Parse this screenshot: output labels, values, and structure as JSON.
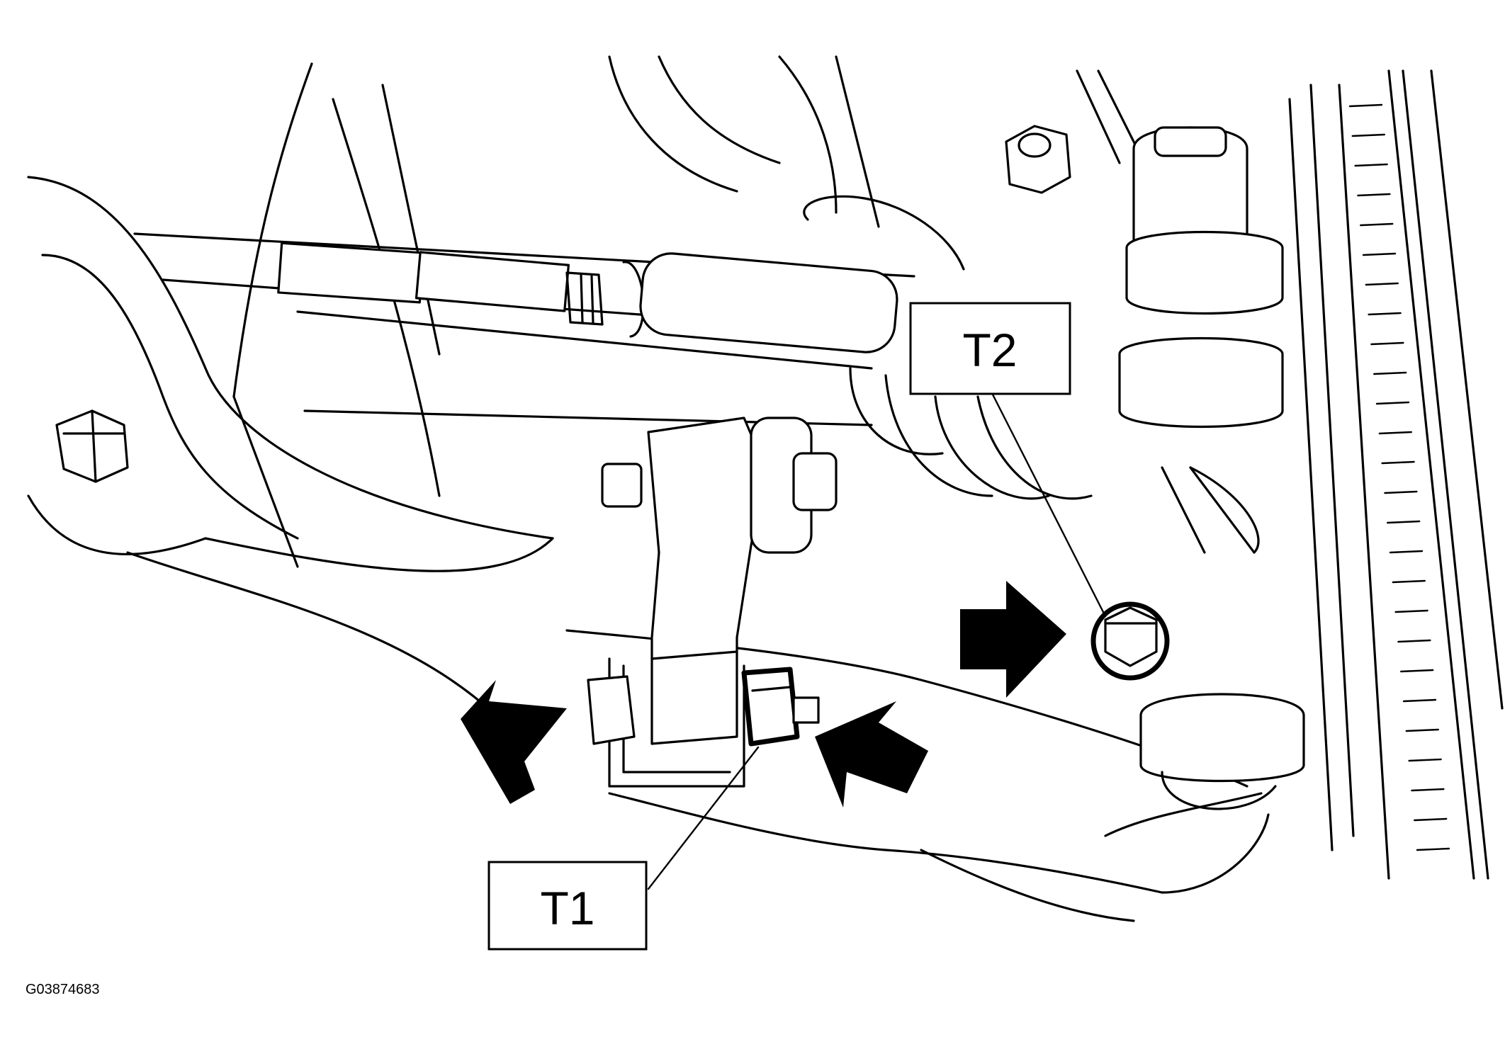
{
  "figure": {
    "callouts": [
      {
        "id": "T1",
        "text": "T1"
      },
      {
        "id": "T2",
        "text": "T2"
      }
    ],
    "figure_code": "G03874683",
    "arrows": 3
  }
}
